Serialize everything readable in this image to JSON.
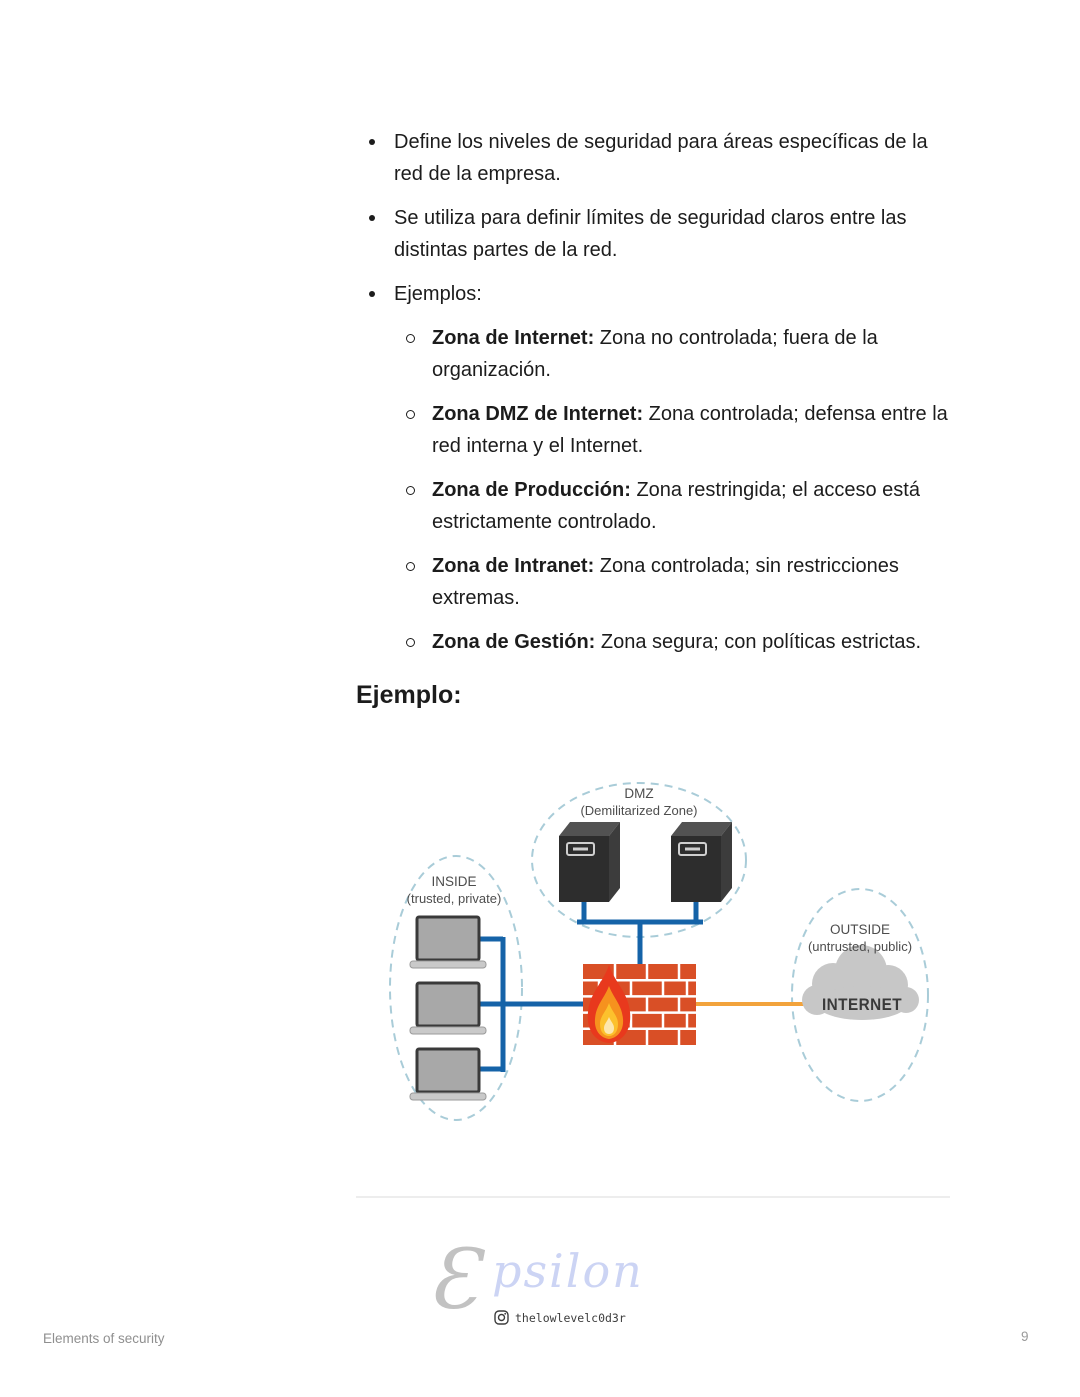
{
  "content": {
    "bullets": [
      "Define los niveles de seguridad para áreas específicas de la red de la empresa.",
      "Se utiliza para definir límites de seguridad claros entre las distintas partes de la red.",
      "Ejemplos:"
    ],
    "sub_bullets": [
      {
        "bold": "Zona de Internet:",
        "rest": " Zona no controlada; fuera de la organización."
      },
      {
        "bold": "Zona DMZ de Internet:",
        "rest": " Zona controlada; defensa entre la red interna y el Internet."
      },
      {
        "bold": "Zona de Producción:",
        "rest": " Zona restringida; el acceso está estrictamente controlado."
      },
      {
        "bold": "Zona de Intranet:",
        "rest": " Zona controlada; sin restricciones extremas."
      },
      {
        "bold": "Zona de Gestión:",
        "rest": " Zona segura; con políticas estrictas."
      }
    ],
    "heading": "Ejemplo:"
  },
  "diagram": {
    "zones": {
      "inside": {
        "title": "INSIDE",
        "subtitle": "(trusted, private)"
      },
      "dmz": {
        "title": "DMZ",
        "subtitle": "(Demilitarized Zone)"
      },
      "outside": {
        "title": "OUTSIDE",
        "subtitle": "(untrusted, public)"
      }
    },
    "internet_label": "INTERNET",
    "colors": {
      "line_blue": "#1563a8",
      "line_orange": "#f2a33c",
      "zone_dash": "#a9ccd8",
      "brick": "#d94f26",
      "flame_outer": "#e8391d",
      "flame_mid": "#f6921e",
      "flame_inner": "#fcc12d",
      "flame_core": "#fde7ad",
      "cloud_gray": "#c7c7c7",
      "server_dark": "#2d2d2d",
      "laptop_gray": "#a8a8a8"
    }
  },
  "logo": {
    "glyph": "Ɛ",
    "script": "psilon",
    "handle": "thelowlevelc0d3r"
  },
  "footer": {
    "left": "Elements of security",
    "page": "9"
  }
}
